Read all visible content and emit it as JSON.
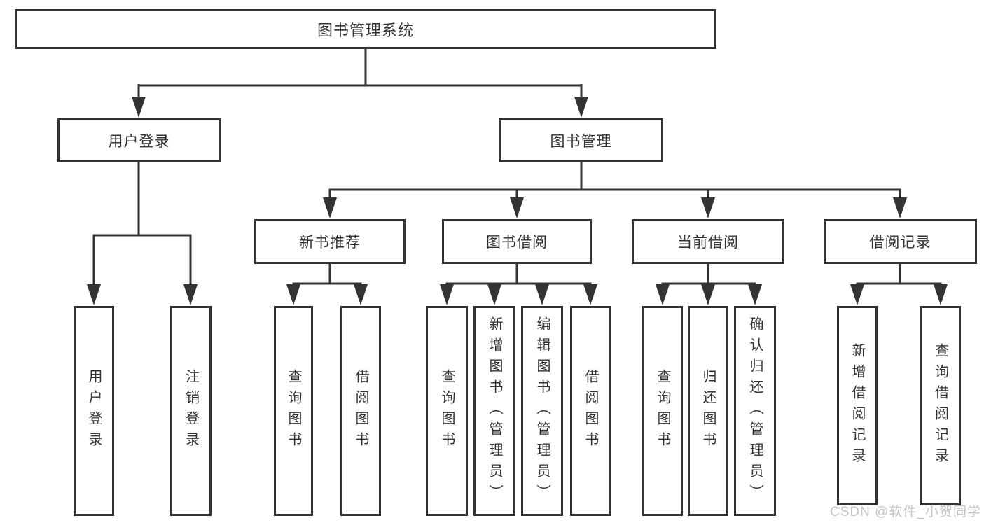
{
  "nodes": {
    "root": "图书管理系统",
    "user_login": "用户登录",
    "book_mgmt": "图书管理",
    "new_book_rec": "新书推荐",
    "book_borrow": "图书借阅",
    "current_borrow": "当前借阅",
    "borrow_record": "借阅记录",
    "ul_user_login": "用户登录",
    "ul_logout": "注销登录",
    "nbr_query_book": "查询图书",
    "nbr_borrow_book": "借阅图书",
    "bb_query_book": "查询图书",
    "bb_add_book": "新增图书（管理员）",
    "bb_edit_book": "编辑图书（管理员）",
    "bb_borrow_book": "借阅图书",
    "cb_query_book": "查询图书",
    "cb_return_book": "归还图书",
    "cb_confirm_return": "确认归还（管理员）",
    "br_add_record": "新增借阅记录",
    "br_query_record": "查询借阅记录"
  },
  "watermark": "CSDN @软件_小贺同学",
  "colors": {
    "line": "#333333",
    "text": "#333333",
    "background": "#ffffff",
    "watermark": "#c5c5c5"
  }
}
